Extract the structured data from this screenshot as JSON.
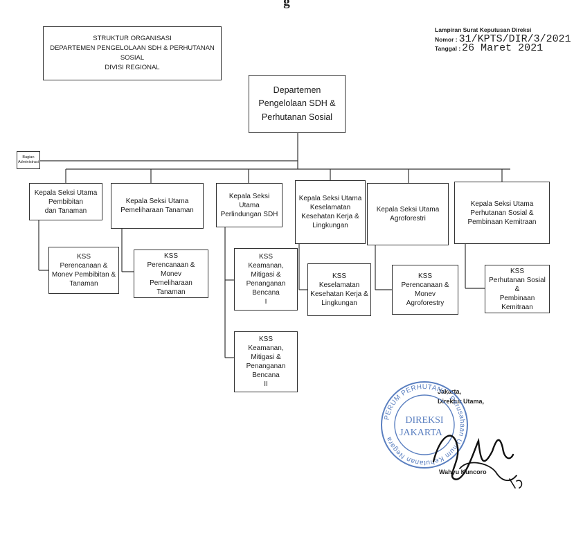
{
  "page_title": "g",
  "header": {
    "lines": [
      "STRUKTUR ORGANISASI",
      "DEPARTEMEN PENGELOLAAN SDH & PERHUTANAN SOSIAL",
      "DIVISI REGIONAL"
    ]
  },
  "decree": {
    "heading": "Lampiran Surat Keputusan Direksi",
    "nomor_label": "Nomor",
    "nomor_value": "31/KPTS/DIR/3/2021",
    "tanggal_label": "Tanggal",
    "tanggal_value": "26 Maret 2021"
  },
  "root": {
    "lines": [
      "Departemen",
      "Pengelolaan SDH &",
      "Perhutanan Sosial"
    ]
  },
  "side_unit": {
    "lines": [
      "Bagian",
      "Administrasi"
    ]
  },
  "sections": [
    {
      "head": [
        "Kepala Seksi Utama",
        "Pembibitan",
        "dan Tanaman"
      ],
      "subs": [
        [
          "KSS",
          "Perencanaan &",
          "Monev Pembibitan &",
          "Tanaman"
        ]
      ]
    },
    {
      "head": [
        "Kepala Seksi Utama",
        "Pemeliharaan Tanaman"
      ],
      "subs": [
        [
          "KSS",
          "Perencanaan & Monev",
          "Pemeliharaan",
          "Tanaman"
        ]
      ]
    },
    {
      "head": [
        "Kepala Seksi Utama",
        "Perlindungan SDH"
      ],
      "subs": [
        [
          "KSS",
          "Keamanan, Mitigasi &",
          "Penanganan Bencana",
          "I"
        ],
        [
          "KSS",
          "Keamanan, Mitigasi &",
          "Penanganan Bencana",
          "II"
        ]
      ]
    },
    {
      "head": [
        "Kepala Seksi Utama",
        "Keselamatan",
        "Kesehatan Kerja &",
        "Lingkungan"
      ],
      "subs": [
        [
          "KSS",
          "Keselamatan",
          "Kesehatan Kerja &",
          "Lingkungan"
        ]
      ]
    },
    {
      "head": [
        "Kepala Seksi Utama",
        "Agroforestri"
      ],
      "subs": [
        [
          "KSS",
          "Perencanaan & Monev",
          "Agroforestry"
        ]
      ]
    },
    {
      "head": [
        "Kepala Seksi Utama",
        "Perhutanan Sosial &",
        "Pembinaan Kemitraan"
      ],
      "subs": [
        [
          "KSS",
          "Perhutanan Sosial &",
          "Pembinaan Kemitraan"
        ]
      ]
    }
  ],
  "signature": {
    "city": "Jakarta,",
    "title": "Direktur Utama,",
    "name": "Wahyu Kuncoro"
  },
  "stamp": {
    "ring_text": "PERUM PERHUTANI · Perusahaan Umum Kehutanan Negara",
    "center_text": "DIREKSI JAKARTA"
  },
  "colors": {
    "line": "#333333",
    "stamp": "#5a7fc0",
    "ink": "#1a1a1a"
  }
}
